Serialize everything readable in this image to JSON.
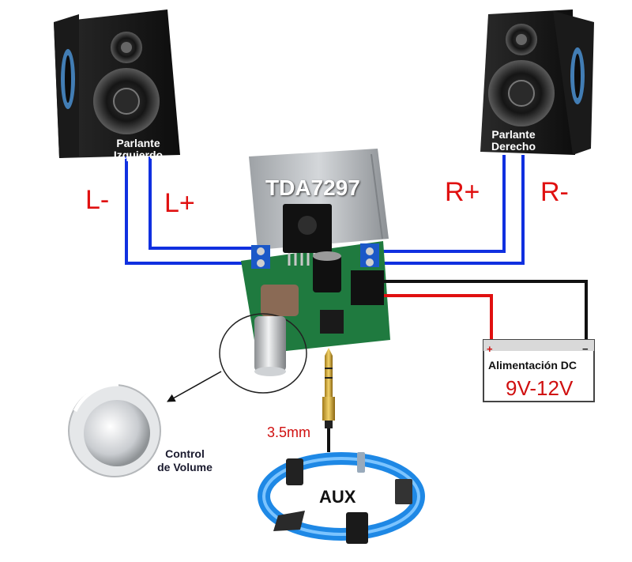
{
  "speakers": {
    "left": {
      "label_line1": "Parlante",
      "label_line2": "Izquierdo"
    },
    "right": {
      "label_line1": "Parlante",
      "label_line2": "Derecho"
    }
  },
  "wires": {
    "l_minus": "L-",
    "l_plus": "L+",
    "r_plus": "R+",
    "r_minus": "R-"
  },
  "chip": {
    "label": "TDA7297"
  },
  "power": {
    "title": "Alimentación DC",
    "voltage": "9V-12V",
    "plus": "+",
    "minus": "−"
  },
  "jack": {
    "label": "3.5mm"
  },
  "volume": {
    "label_line1": "Control",
    "label_line2": "de Volume"
  },
  "aux": {
    "label": "AUX"
  },
  "colors": {
    "signal_wire": "#1030e0",
    "power_positive": "#e01010",
    "power_negative": "#111111",
    "pcb": "#1f7a3f",
    "heatsink": "#b9bcc0",
    "aux_ring": "#1e88e5"
  }
}
